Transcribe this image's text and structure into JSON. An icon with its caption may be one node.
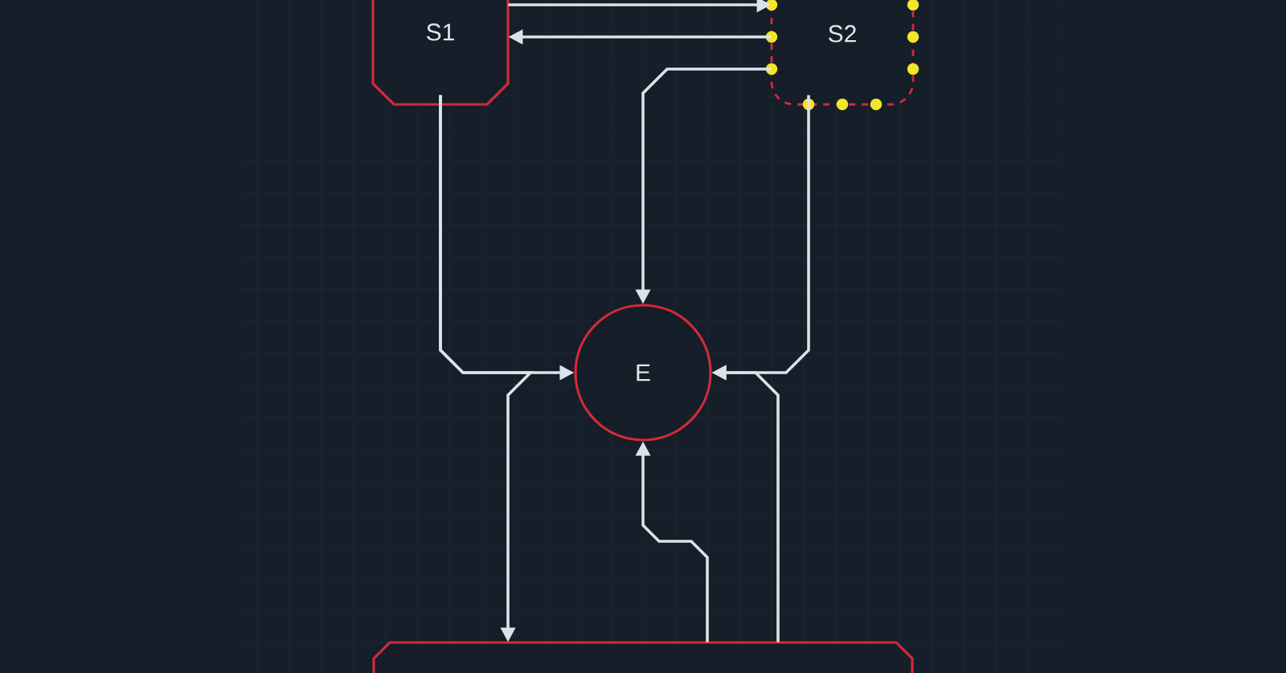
{
  "diagram": {
    "nodes": [
      {
        "text": [
          "S1"
        ]
      },
      {
        "text": [
          "S2"
        ]
      },
      {
        "text": [
          "E"
        ]
      },
      {
        "text": [],
        "shape": "box"
      }
    ],
    "edges": [
      {
        "from": 0,
        "to": 1,
        "arrow": "to"
      },
      {
        "from": 1,
        "to": 0,
        "arrow": "to"
      },
      {
        "from": 1,
        "to": 2,
        "arrow": "to"
      },
      {
        "from": 0,
        "to": 2,
        "arrow": "to"
      },
      {
        "from": 0,
        "to": 3,
        "arrow": "to"
      },
      {
        "from": 1,
        "to": 2,
        "arrow": "to"
      },
      {
        "from": 3,
        "to": 2,
        "arrow": "to"
      },
      {
        "from": 3,
        "to": 2,
        "arrow": "to"
      }
    ]
  }
}
